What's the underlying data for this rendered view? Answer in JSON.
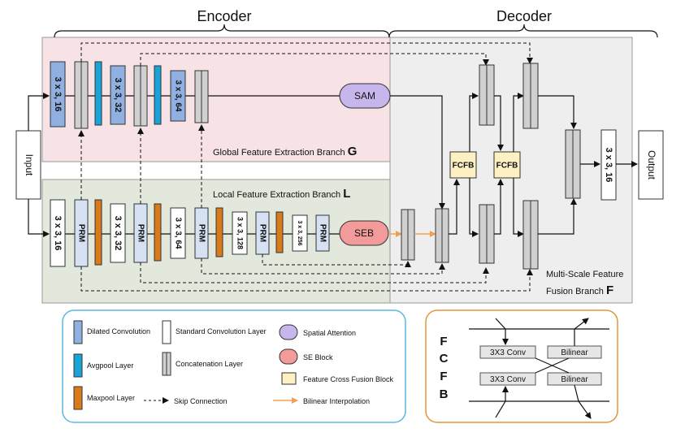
{
  "headers": {
    "encoder": "Encoder",
    "decoder": "Decoder"
  },
  "io": {
    "input": "Input",
    "output": "Output"
  },
  "branches": {
    "global_label": "Global Feature Extraction Branch",
    "global_letter": "G",
    "local_label": "Local Feature Extraction Branch",
    "local_letter": "L",
    "fusion_label_1": "Multi-Scale Feature",
    "fusion_label_2": "Fusion Branch",
    "fusion_letter": "F"
  },
  "global_convs": [
    "3 x 3, 16",
    "3 x 3, 32",
    "3 x 3, 64"
  ],
  "local_convs": [
    "3 x 3, 16",
    "3 x 3, 32",
    "3 x 3, 64",
    "3 x 3, 128",
    "3 x 3, 256"
  ],
  "prm_label": "PRM",
  "modules": {
    "sam": "SAM",
    "seb": "SEB",
    "fcfb": "FCFB"
  },
  "final_conv": "3 x 3, 16",
  "legend": {
    "dilated": "Dilated Convolution",
    "standard": "Standard Convolution Layer",
    "spatial": "Spatial Attention",
    "avgpool": "Avgpool Layer",
    "concat": "Concatenation Layer",
    "se": "SE Block",
    "fcfb": "Feature Cross Fusion Block",
    "maxpool": "Maxpool Layer",
    "skip": "Skip Connection",
    "bilinear": "Bilinear Interpolation"
  },
  "fcfb_detail": {
    "letters": [
      "F",
      "C",
      "F",
      "B"
    ],
    "conv_top": "3X3 Conv",
    "conv_bottom": "3X3 Conv",
    "bilinear_top": "Bilinear",
    "bilinear_bottom": "Bilinear"
  },
  "colors": {
    "dilated": "#8fb0e0",
    "avgpool": "#1aa3d8",
    "maxpool": "#d97b1a",
    "concat": "#d0d0d0",
    "sam": "#c7b6ec",
    "seb": "#f39a9a",
    "fcfb": "#fdf0c2",
    "global_bg": "#f7e3e6",
    "local_bg": "#e2e9dc",
    "fusion_bg": "#eeeeee",
    "legend_border": "#5bb7e0",
    "detail_border": "#e0963a",
    "bilinear_arrow": "#f0a050"
  }
}
